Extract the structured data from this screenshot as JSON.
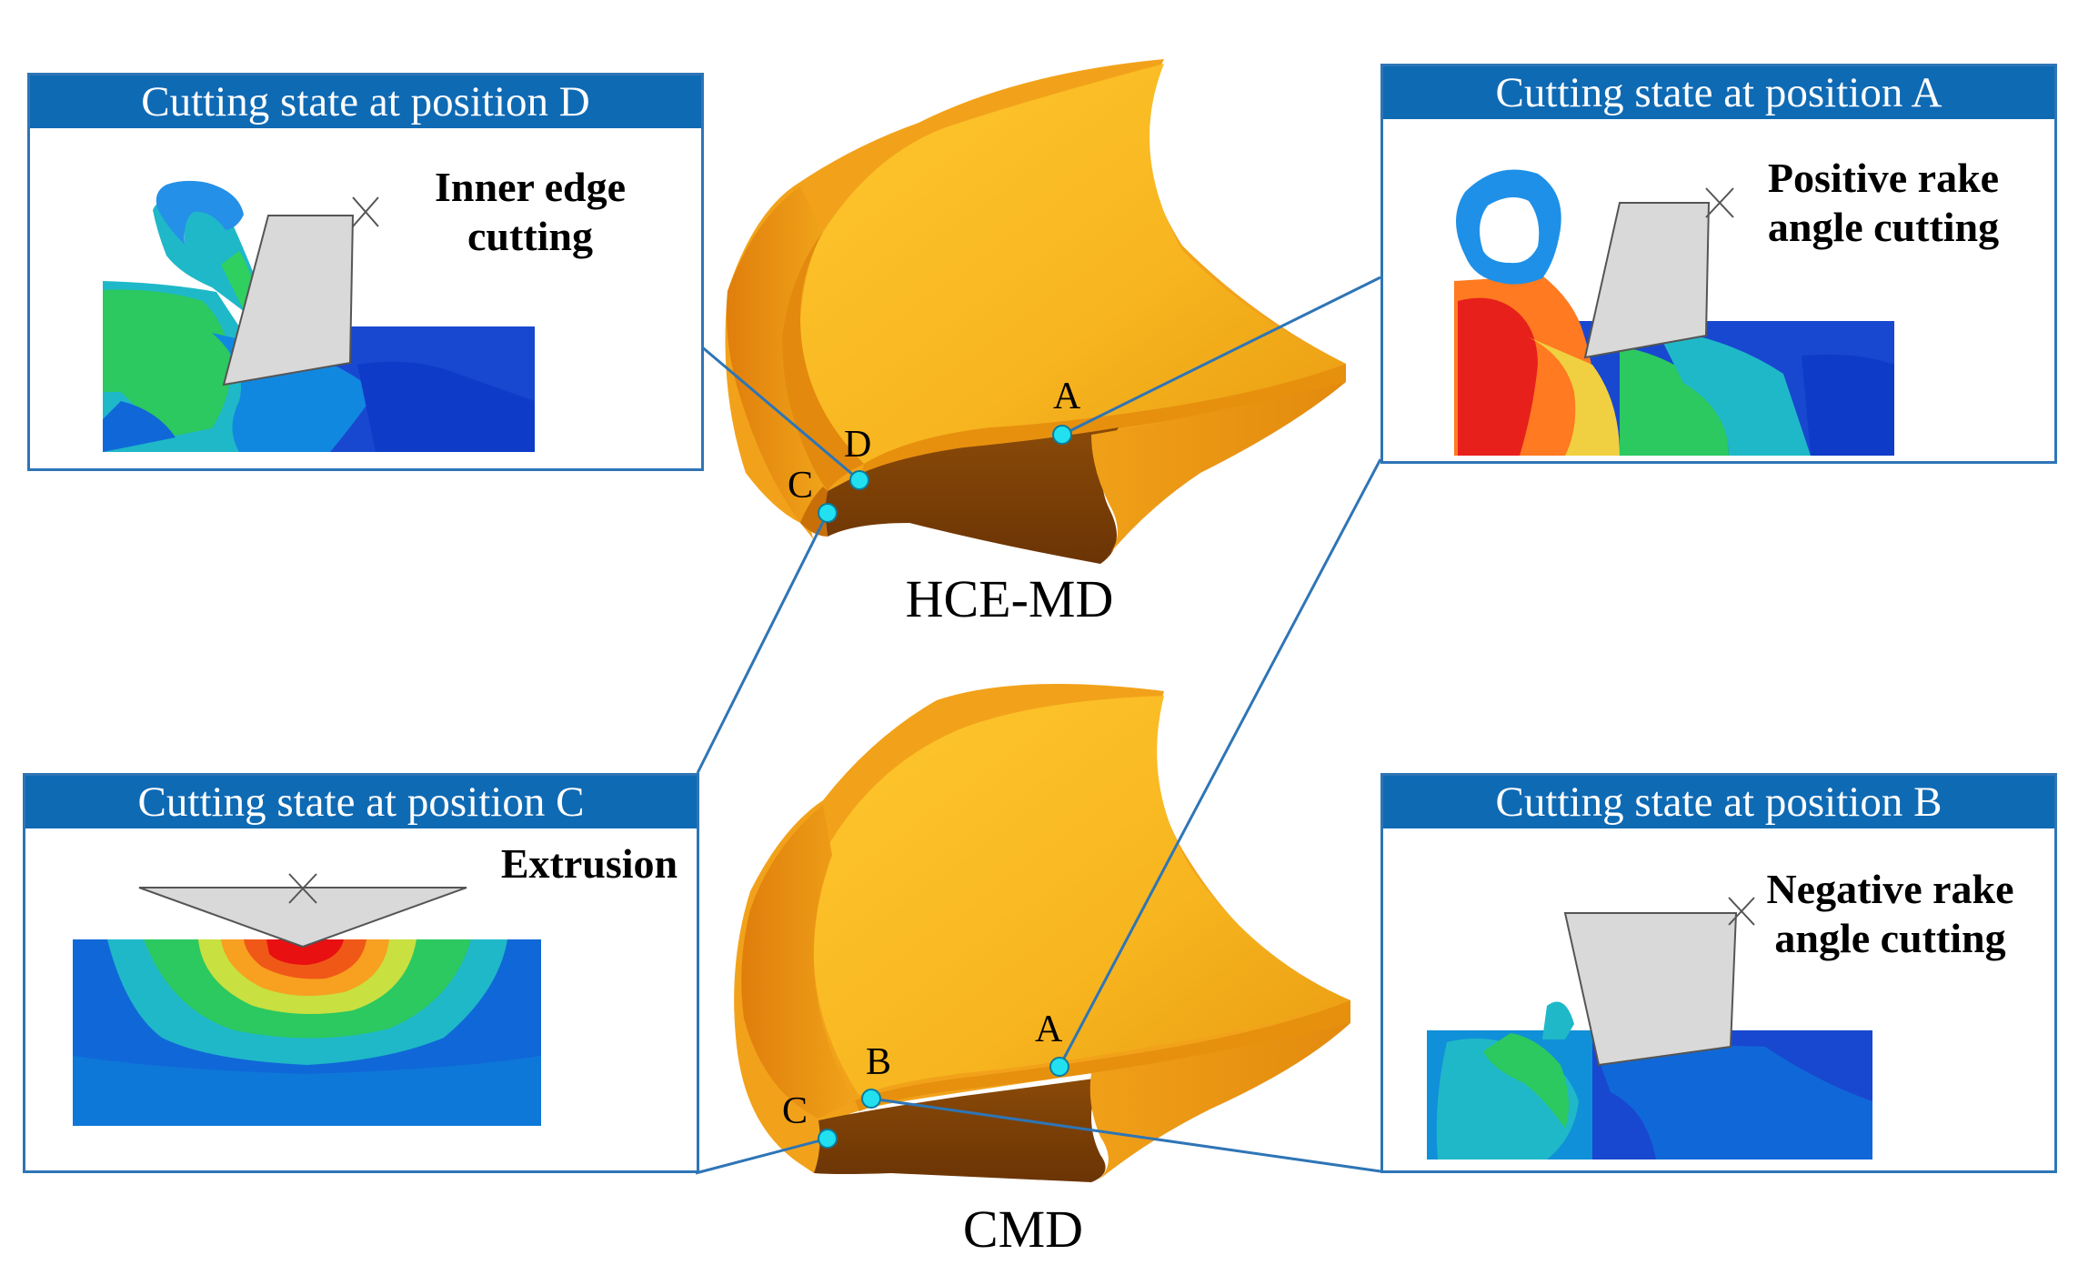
{
  "models": {
    "top_label": "HCE-MD",
    "bottom_label": "CMD"
  },
  "points": {
    "top": {
      "A": "A",
      "C": "C",
      "D": "D"
    },
    "bottom": {
      "A": "A",
      "B": "B",
      "C": "C"
    }
  },
  "panels": {
    "D": {
      "title": "Cutting state at position D",
      "note": "Inner edge\ncutting"
    },
    "A": {
      "title": "Cutting state at position A",
      "note": "Positive rake\nangle cutting"
    },
    "C": {
      "title": "Cutting state at position C",
      "note": "Extrusion"
    },
    "B": {
      "title": "Cutting state at position B",
      "note": "Negative rake\nangle cutting"
    }
  },
  "colors": {
    "panel_header": "#0F6AB4",
    "panel_border": "#2E75B6",
    "leader_line": "#2E75B6",
    "drill_light": "#F7B51F",
    "drill_mid": "#E88E10",
    "drill_dark": "#7A3F06",
    "point_marker": "#22E0F0",
    "tool_gray": "#D9D9D9",
    "stress_low": "#1030C8",
    "stress_high": "#E01010"
  }
}
